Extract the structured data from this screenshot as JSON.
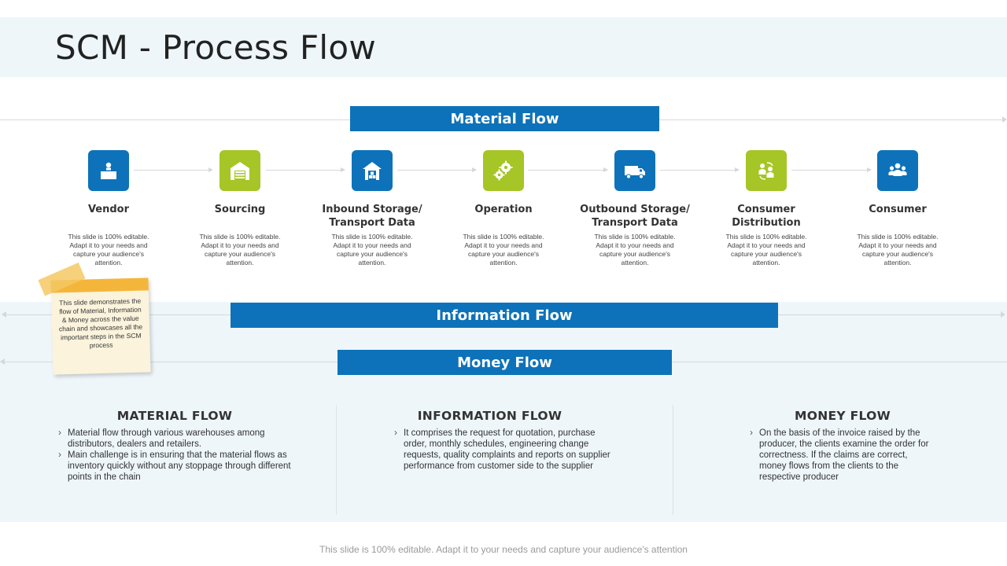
{
  "page": {
    "title": "SCM - Process Flow"
  },
  "banners": {
    "material": "Material Flow",
    "information": "Information Flow",
    "money": "Money Flow"
  },
  "steps": [
    {
      "label": "Vendor",
      "description": "This slide is 100% editable. Adapt it to your needs and capture your audience's attention.",
      "icon": "vendor-desk-icon",
      "color": "#0d72b9"
    },
    {
      "label": "Sourcing",
      "description": "This slide is 100% editable. Adapt it to your needs and capture your audience's attention.",
      "icon": "warehouse-icon",
      "color": "#a6c526"
    },
    {
      "label": "Inbound Storage/ Transport Data",
      "description": "This slide is 100% editable. Adapt it to your needs and capture your audience's attention.",
      "icon": "storage-house-icon",
      "color": "#0d72b9"
    },
    {
      "label": "Operation",
      "description": "This slide is 100% editable. Adapt it to your needs and capture your audience's attention.",
      "icon": "gears-icon",
      "color": "#a6c526"
    },
    {
      "label": "Outbound Storage/ Transport Data",
      "description": "This slide is 100% editable. Adapt it to your needs and capture your audience's attention.",
      "icon": "truck-icon",
      "color": "#0d72b9"
    },
    {
      "label": "Consumer Distribution",
      "description": "This slide is 100% editable. Adapt it to your needs and capture your audience's attention.",
      "icon": "people-exchange-icon",
      "color": "#a6c526"
    },
    {
      "label": "Consumer",
      "description": "This slide is 100% editable. Adapt it to your needs and capture your audience's attention.",
      "icon": "group-icon",
      "color": "#0d72b9"
    }
  ],
  "note": {
    "text": "This slide demonstrates the flow of Material, Information & Money across the value chain and showcases all the important steps in the SCM process"
  },
  "columns": [
    {
      "heading": "MATERIAL FLOW",
      "bullets": [
        "Material flow through various warehouses among distributors, dealers and retailers.",
        "Main challenge is in ensuring that the material flows as inventory quickly without any stoppage through different points in the chain"
      ]
    },
    {
      "heading": "INFORMATION FLOW",
      "bullets": [
        "It comprises the request for quotation, purchase order, monthly schedules, engineering change requests, quality complaints and reports on supplier performance from customer side to the supplier"
      ]
    },
    {
      "heading": "MONEY FLOW",
      "bullets": [
        "On the basis of the invoice raised by the producer, the clients examine the order for correctness. If the claims are correct, money flows from the clients to the respective producer"
      ]
    }
  ],
  "footer": "This slide is 100% editable. Adapt it to your needs and capture your audience's attention"
}
